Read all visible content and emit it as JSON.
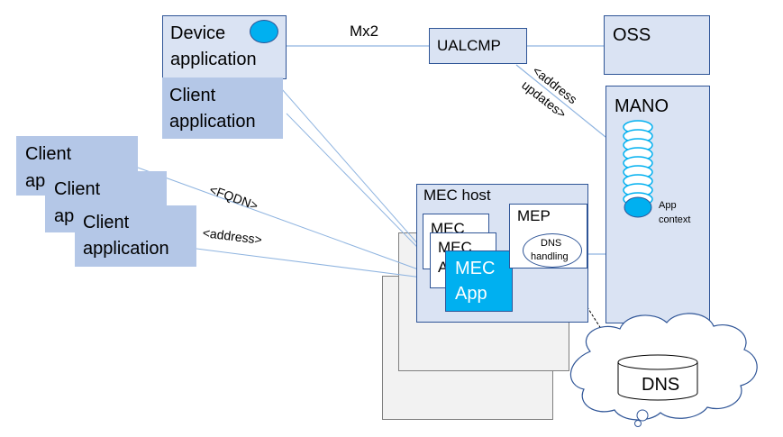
{
  "interfaces": {
    "mx2": "Mx2",
    "address_updates_line1": "<address",
    "address_updates_line2": "updates>",
    "fqdn": "<FQDN>",
    "address": "<address>"
  },
  "nodes": {
    "device_app_line1": "Device",
    "device_app_line2": "application",
    "client_app_line1": "Client",
    "client_app_line2": "application",
    "client_app_partial": "ap",
    "ualcmp": "UALCMP",
    "oss": "OSS",
    "mano": "MANO",
    "app_context_line1": "App",
    "app_context_line2": "context",
    "mec_host": "MEC host",
    "mec_partial": "MEC",
    "mec_partial_a": "A",
    "mec_app_line1": "MEC",
    "mec_app_line2": "App",
    "mep": "MEP",
    "dns_handling_line1": "DNS",
    "dns_handling_line2": "handling",
    "dns": "DNS"
  },
  "colors": {
    "box_fill": "#dae3f3",
    "box_border": "#2f5597",
    "client_fill": "#b4c7e7",
    "mec_app_fill": "#00b0f0",
    "line": "#8fb4e0"
  }
}
